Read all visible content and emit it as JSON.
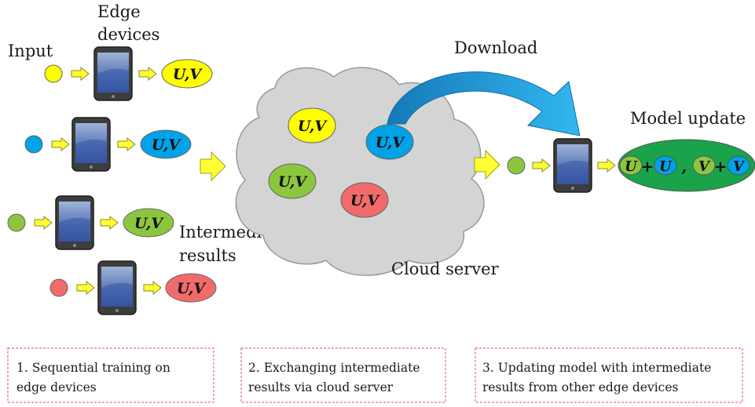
{
  "labels": {
    "edge_devices_line1": "Edge",
    "edge_devices_line2": "devices",
    "input": "Input",
    "download": "Download",
    "model_update": "Model update",
    "intermediate_line1": "Intermediate",
    "intermediate_line2": "results",
    "cloud_server": "Cloud server"
  },
  "symbols": {
    "uv": "U,V",
    "u": "U",
    "v": "V",
    "plus": "+",
    "comma": ","
  },
  "steps": [
    {
      "line1": "1. Sequential training on",
      "line2": "edge devices"
    },
    {
      "line1": "2. Exchanging intermediate",
      "line2": "results via cloud server"
    },
    {
      "line1": "3. Updating model with intermediate",
      "line2": "results from other edge devices"
    }
  ],
  "colors": {
    "yellow": "#ffff00",
    "blue": "#00a2e8",
    "green": "#8cc63f",
    "red": "#f26b6b",
    "update_oval": "#1aa34a",
    "arrow_fill": "#ffff33",
    "cloud": "#d4d4d4",
    "download_arrow": "#1e9fdc",
    "step_border": "#e05050"
  }
}
